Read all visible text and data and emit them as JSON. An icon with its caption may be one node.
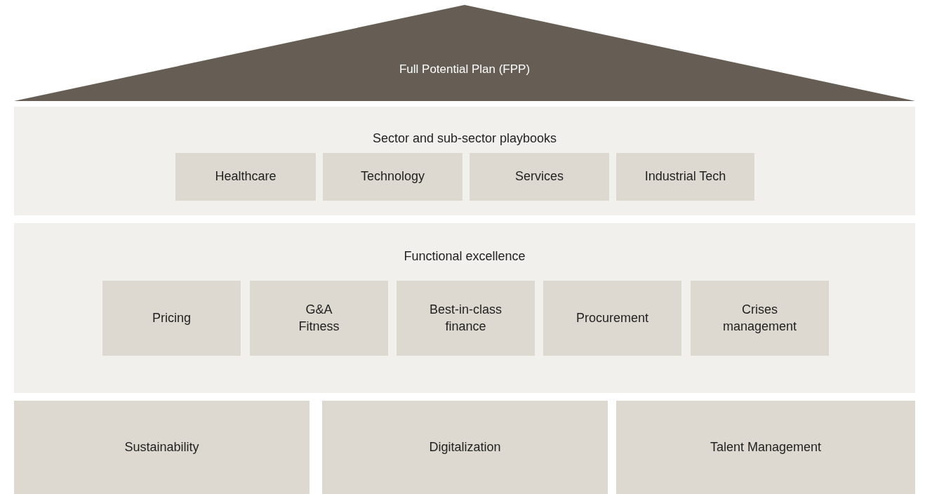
{
  "diagram": {
    "nodes": [
      {
        "text": [
          "Full Potential Plan (FPP)"
        ]
      },
      {
        "text": [
          "Sector and sub-sector playbooks"
        ]
      },
      {
        "text": [
          "Healthcare"
        ],
        "in": 1
      },
      {
        "text": [
          "Technology"
        ],
        "in": 1
      },
      {
        "text": [
          "Services"
        ],
        "in": 1
      },
      {
        "text": [
          "Industrial Tech"
        ],
        "in": 1
      },
      {
        "text": [
          "Functional excellence"
        ]
      },
      {
        "text": [
          "Pricing"
        ],
        "in": 6
      },
      {
        "text": [
          "G&A Fitness"
        ],
        "in": 6
      },
      {
        "text": [
          "Best-in-class finance"
        ],
        "in": 6
      },
      {
        "text": [
          "Procurement"
        ],
        "in": 6
      },
      {
        "text": [
          "Crises management"
        ],
        "in": 6
      },
      {
        "text": [
          "Sustainability"
        ]
      },
      {
        "text": [
          "Digitalization"
        ]
      },
      {
        "text": [
          "Talent Management"
        ]
      }
    ]
  }
}
